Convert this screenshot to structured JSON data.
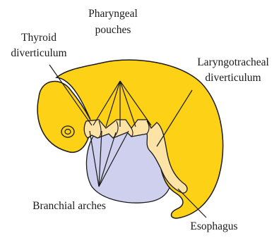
{
  "labels": {
    "pharyngeal_pouches": [
      "Pharyngeal",
      "pouches"
    ],
    "thyroid_diverticulum": [
      "Thyroid",
      "diverticulum"
    ],
    "laryngotracheal_diverticulum": [
      "Laryngotracheal",
      "diverticulum"
    ],
    "branchial_arches": "Branchial arches",
    "esophagus": "Esophagus"
  },
  "colors": {
    "embryo_body": "#fcd116",
    "pharynx_tube": "#fde4a6",
    "yolk_sac": "#cfd0ee",
    "outline": "#1a1a1a"
  }
}
